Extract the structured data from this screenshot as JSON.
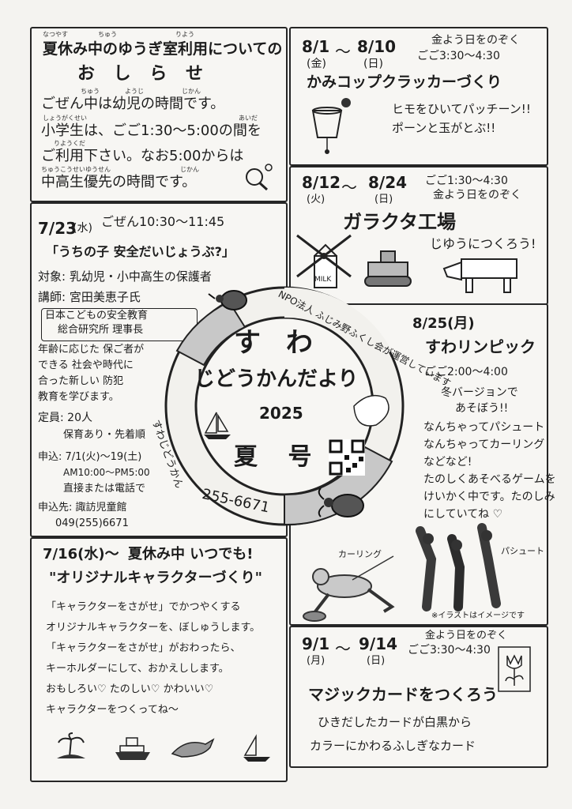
{
  "notice": {
    "title": "夏休み中のゆうぎ室利用についての",
    "subtitle": "お し ら せ",
    "lines": [
      "ごぜん中は幼児の時間です。",
      "小学生は、ごご1:30～5:00の間を",
      "ご利用下さい。なお5:00からは",
      "中高生優先の時間です。"
    ],
    "ruby": [
      "なつやす",
      "ちゅう",
      "りよう",
      "ちゅう",
      "ようじ",
      "じかん",
      "しょうがくせい",
      "あいだ",
      "りようくだ",
      "ちゅうこうせいゆうせん",
      "じかん"
    ]
  },
  "cup": {
    "date_from": "8/1",
    "date_from_day": "(金)",
    "date_to": "8/10",
    "date_to_day": "(日)",
    "note": "金よう日をのぞく",
    "time": "ごご3:30～4:30",
    "title": "かみコップクラッカーづくり",
    "desc1": "ヒモをひいてパッチーン!!",
    "desc2": "ポーンと玉がとぶ!!"
  },
  "safety": {
    "date": "7/23",
    "day": "(水)",
    "time": "ごぜん10:30～11:45",
    "title": "「うちの子 安全だいじょうぶ?」",
    "target": "対象: 乳幼児・小中高生の保護者",
    "lecturer": "講師: 宮田美恵子氏",
    "affiliation1": "日本こどもの安全教育",
    "affiliation2": "総合研究所 理事長",
    "desc": [
      "年齢に応じた 保ご者が",
      "できる 社会や時代に",
      "合った新しい 防犯",
      "教育を学びます。"
    ],
    "capacity": "定員: 20人",
    "capacity_note": "保育あり・先着順",
    "apply": "申込: 7/1(火)～19(土)",
    "apply_time": "AM10:00～PM5:00",
    "apply_how": "直接または電話で",
    "apply_to": "申込先: 諏訪児童館",
    "phone": "049(255)6671"
  },
  "junk": {
    "date_from": "8/12",
    "date_from_day": "(火)",
    "date_to": "8/24",
    "date_to_day": "(日)",
    "time": "ごご1:30～4:30",
    "note": "金よう日をのぞく",
    "title": "ガラクタ工場",
    "desc": "じゆうにつくろう!",
    "milk": "MILK"
  },
  "center": {
    "npo": "NPO法人 ふじみ野ふくし会が運営しています",
    "suwa": "す わ",
    "name": "じどうかんだより",
    "year": "2025",
    "issue": "夏 号",
    "side": "すわじどうかん",
    "phone": "255-6671"
  },
  "olympic": {
    "date": "8/25(月)",
    "title": "すわリンピック",
    "time": "ごご2:00～4:00",
    "desc": [
      "冬バージョンで",
      "あそぼう!!",
      "なんちゃってパシュート",
      "なんちゃってカーリング",
      "などなど!",
      "たのしくあそべるゲームを",
      "けいかく中です。たのしみ",
      "にしていてね ♡"
    ],
    "label_curling": "カーリング",
    "label_pursuit": "パシュート",
    "caption": "※イラストはイメージです"
  },
  "character": {
    "date": "7/16(水)～",
    "title1": "夏休み中 いつでも!",
    "title2": "\"オリジナルキャラクターづくり\"",
    "lines": [
      "「キャラクターをさがせ」でかつやくする",
      "オリジナルキャラクターを、ぼしゅうします。",
      "「キャラクターをさがせ」がおわったら、",
      "キーホルダーにして、おかえしします。",
      "おもしろい♡ たのしい♡ かわいい♡",
      "キャラクターをつくってね～"
    ]
  },
  "magic": {
    "date_from": "9/1",
    "date_from_day": "(月)",
    "date_to": "9/14",
    "date_to_day": "(日)",
    "time": "ごご3:30～4:30",
    "note": "金よう日をのぞく",
    "title": "マジックカードをつくろう",
    "desc1": "ひきだしたカードが白黒から",
    "desc2": "カラーにかわるふしぎなカード"
  },
  "icons": [
    "island-icon",
    "ship-icon",
    "dolphin-icon",
    "sailboat-icon",
    "beetle-icon",
    "stag-beetle-icon",
    "tulip-icon",
    "qr-code"
  ]
}
